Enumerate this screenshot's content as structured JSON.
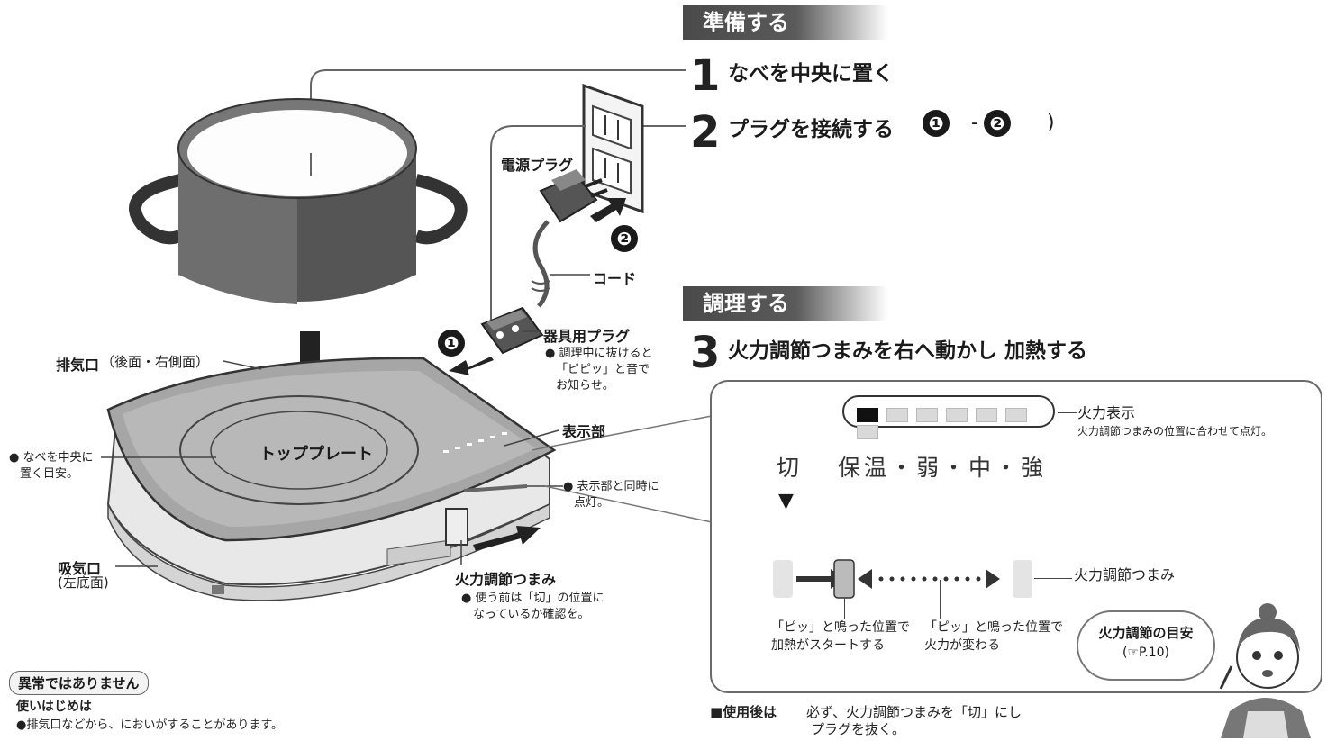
{
  "banners": {
    "prepare": "準備する",
    "cook": "調理する"
  },
  "steps": [
    {
      "num": "1",
      "text": "なべを中央に置く"
    },
    {
      "num": "2",
      "text": "プラグを接続する",
      "ref1": "❶",
      "ref2": "❷",
      "close": ")"
    },
    {
      "num": "3",
      "text": "火力調節つまみを右へ動かし 加熱する"
    }
  ],
  "device_labels": {
    "exhaust": "排気口",
    "exhaust_note": "（後面・右側面）",
    "top_plate": "トッププレート",
    "center_guide": [
      "● なべを中央に",
      "置く目安。"
    ],
    "intake": "吸気口",
    "intake_note": "(左底面)",
    "display_part": "表示部",
    "display_sync": [
      "● 表示部と同時に",
      "点灯。"
    ],
    "knob": "火力調節つまみ",
    "knob_note": [
      "● 使う前は「切」の位置に",
      "なっているか確認を。"
    ],
    "power_plug": "電源プラグ",
    "cord": "コード",
    "appliance_plug": "器具用プラグ",
    "appliance_plug_note": [
      "● 調理中に抜けると",
      "「ピピッ」と音で",
      "お知らせ。"
    ],
    "marker1": "❶",
    "marker2": "❷"
  },
  "panel": {
    "indicator_label": "火力表示",
    "indicator_note": "火力調節つまみの位置に合わせて点灯。",
    "indicator_segments": 7,
    "indicator_lit": 1,
    "heat_off": "切",
    "heat_levels": "保温・弱・中・強",
    "off_arrow": "▼",
    "knob_label": "火力調節つまみ",
    "start_note": [
      "「ピッ」と鳴った位置で",
      "加熱がスタートする"
    ],
    "change_note": [
      "「ピッ」と鳴った位置で",
      "火力が変わる"
    ],
    "bubble_title": "火力調節の目安",
    "bubble_ref": "(☞P.10)"
  },
  "after_use": {
    "head": "■使用後は",
    "line1": "必ず、火力調節つまみを「切」にし",
    "line2": "プラグを抜く。"
  },
  "notice": {
    "badge": "異常ではありません",
    "head": "使いはじめは",
    "body": "●排気口などから、においがすることがあります。"
  }
}
